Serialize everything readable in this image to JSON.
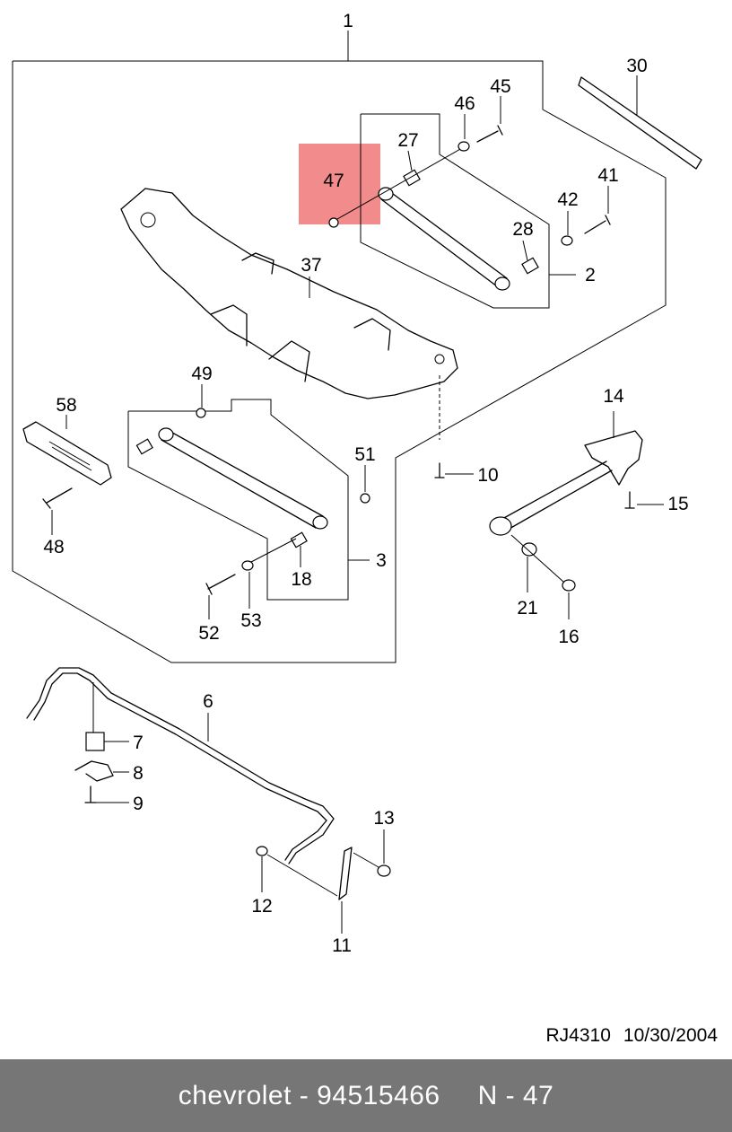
{
  "diagram": {
    "highlight_color": "#f28b8b",
    "highlighted_part": "47",
    "callouts": [
      "1",
      "30",
      "45",
      "46",
      "27",
      "47",
      "42",
      "41",
      "28",
      "2",
      "37",
      "49",
      "58",
      "51",
      "10",
      "14",
      "48",
      "15",
      "3",
      "18",
      "53",
      "52",
      "21",
      "16",
      "6",
      "7",
      "8",
      "9",
      "13",
      "12",
      "11"
    ]
  },
  "drawing_ref": {
    "code": "RJ4310",
    "date": "10/30/2004"
  },
  "footer": {
    "brand_part": "chevrolet - 94515466",
    "ref": "N - 47"
  }
}
